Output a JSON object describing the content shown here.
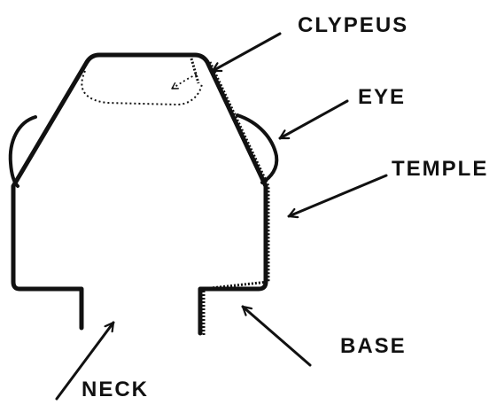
{
  "colors": {
    "ink": "#111111",
    "background": "#ffffff"
  },
  "labels": {
    "clypeus": "CLYPEUS",
    "eye": "EYE",
    "temple": "TEMPLE",
    "base": "BASE",
    "neck": "NECK"
  }
}
